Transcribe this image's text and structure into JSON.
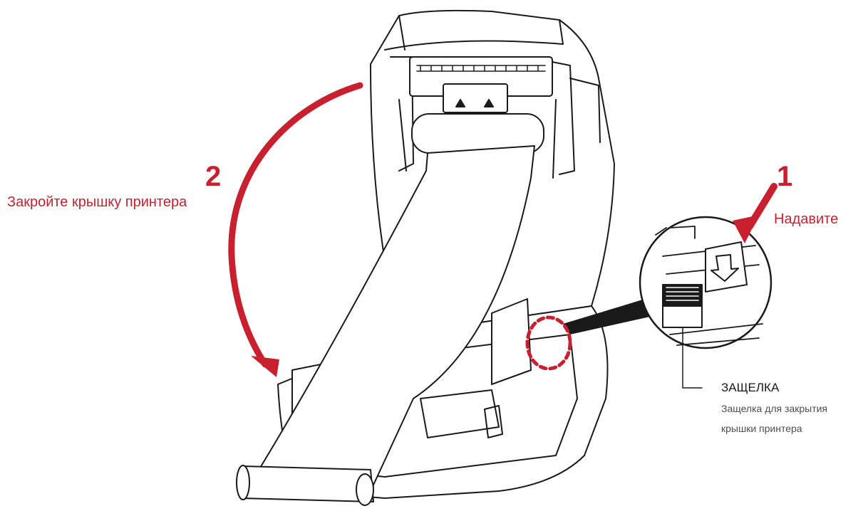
{
  "colors": {
    "accent": "#c8202f",
    "line": "#1a1a1a",
    "paper": "#ffffff",
    "body": "#ffffff"
  },
  "steps": [
    {
      "number": "1",
      "text": "Надавите"
    },
    {
      "number": "2",
      "text": "Закройте крышку принтера"
    }
  ],
  "latch": {
    "title": "ЗАЩЕЛКА",
    "description_line1": "Защелка для закрытия",
    "description_line2": "крышки принтера"
  },
  "icons": {
    "close_arrow": "curved-arrow-icon",
    "press_arrow": "press-arrow-icon",
    "latch_marker": "dashed-circle-icon",
    "latch_detail": "magnifier-callout-icon"
  }
}
